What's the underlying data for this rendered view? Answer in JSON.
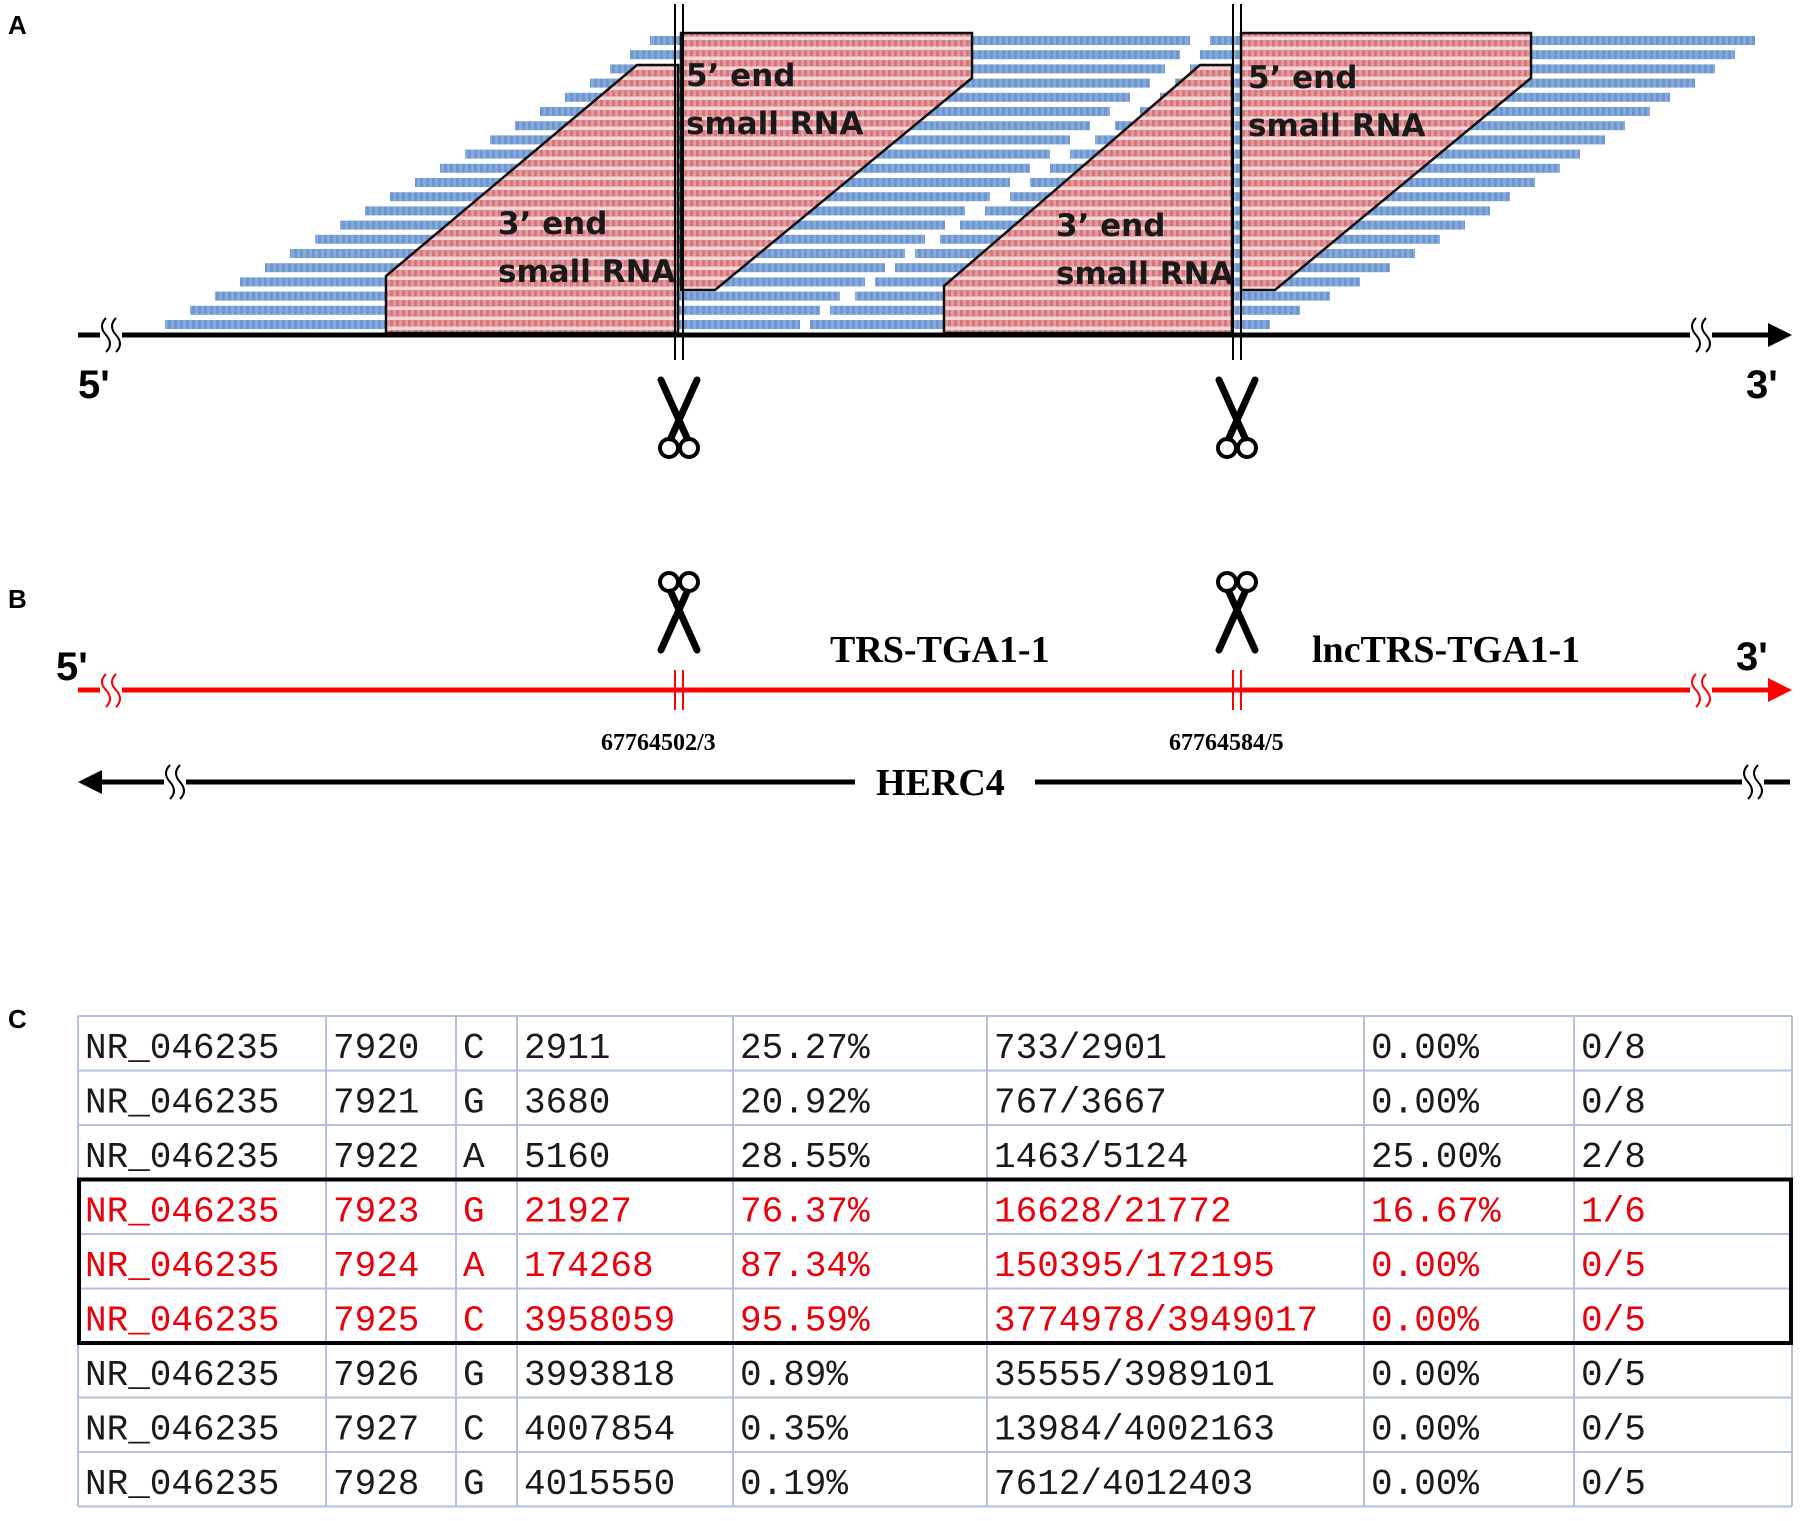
{
  "panels": {
    "a": "A",
    "b": "B",
    "c": "C"
  },
  "panel_a": {
    "end5": "5'",
    "end3": "3'",
    "blocks": [
      {
        "l1": "3’ end",
        "l2": "small RNA"
      },
      {
        "l1": "5’ end",
        "l2": "small RNA"
      },
      {
        "l1": "3’ end",
        "l2": "small RNA"
      },
      {
        "l1": "5’ end",
        "l2": "small RNA"
      }
    ]
  },
  "panel_b": {
    "end5": "5'",
    "end3": "3'",
    "gene1": "TRS-TGA1-1",
    "gene2": "lncTRS-TGA1-1",
    "pos1": "67764502/3",
    "pos2": "67764584/5",
    "antisense_gene": "HERC4"
  },
  "table": {
    "rows": [
      [
        "NR_046235",
        "7920",
        "C",
        "2911",
        "25.27%",
        "733/2901",
        "0.00%",
        "0/8"
      ],
      [
        "NR_046235",
        "7921",
        "G",
        "3680",
        "20.92%",
        "767/3667",
        "0.00%",
        "0/8"
      ],
      [
        "NR_046235",
        "7922",
        "A",
        "5160",
        "28.55%",
        "1463/5124",
        "25.00%",
        "2/8"
      ],
      [
        "NR_046235",
        "7923",
        "G",
        "21927",
        "76.37%",
        "16628/21772",
        "16.67%",
        "1/6"
      ],
      [
        "NR_046235",
        "7924",
        "A",
        "174268",
        "87.34%",
        "150395/172195",
        "0.00%",
        "0/5"
      ],
      [
        "NR_046235",
        "7925",
        "C",
        "3958059",
        "95.59%",
        "3774978/3949017",
        "0.00%",
        "0/5"
      ],
      [
        "NR_046235",
        "7926",
        "G",
        "3993818",
        "0.89%",
        "35555/3989101",
        "0.00%",
        "0/5"
      ],
      [
        "NR_046235",
        "7927",
        "C",
        "4007854",
        "0.35%",
        "13984/4002163",
        "0.00%",
        "0/5"
      ],
      [
        "NR_046235",
        "7928",
        "G",
        "4015550",
        "0.19%",
        "7612/4012403",
        "0.00%",
        "0/5"
      ]
    ],
    "highlighted_rows": [
      3,
      4,
      5
    ]
  },
  "colors": {
    "read": "#7ea6d8",
    "read_dark": "#5b86c2",
    "block": "#dc8a8e",
    "block_dark": "#c9666d",
    "strand_red": "#ff0000",
    "highlight_text": "#e8000b",
    "grid": "#b4c0dd"
  }
}
